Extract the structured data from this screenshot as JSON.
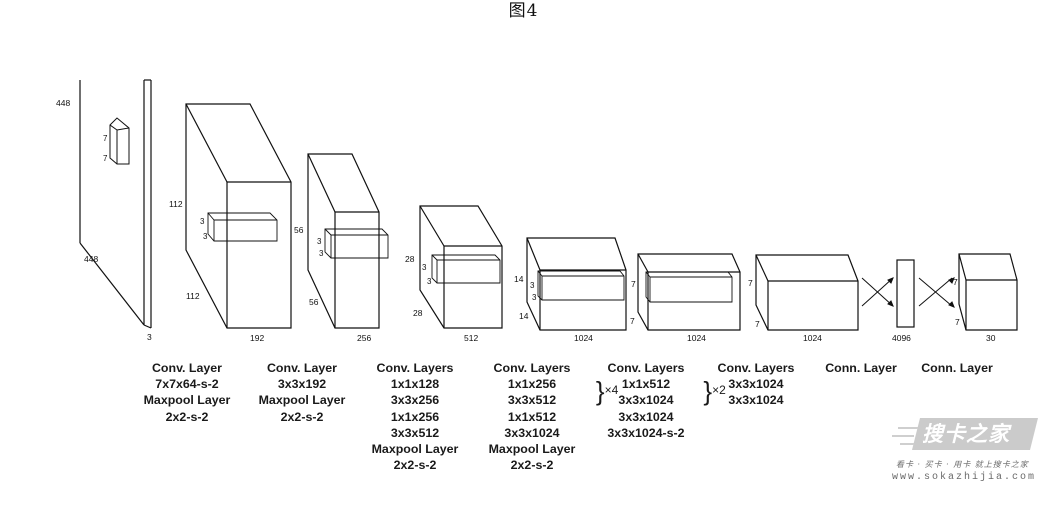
{
  "figure": {
    "title": "图4"
  },
  "diagram": {
    "input": {
      "height": "448",
      "width": "448",
      "channels": "3",
      "kernel_h": "7",
      "kernel_w": "7"
    },
    "block1": {
      "height": "112",
      "width": "112",
      "channels": "192",
      "kernel_h": "3",
      "kernel_w": "3"
    },
    "block2": {
      "height": "56",
      "width": "56",
      "channels": "256",
      "kernel_h": "3",
      "kernel_w": "3"
    },
    "block3": {
      "height": "28",
      "width": "28",
      "channels": "512",
      "kernel_h": "3",
      "kernel_w": "3"
    },
    "block4": {
      "height": "14",
      "width": "14",
      "channels": "1024",
      "kernel_h": "3",
      "kernel_w": "3"
    },
    "block5": {
      "height": "7",
      "width": "7",
      "channels": "1024"
    },
    "block6": {
      "height": "7",
      "width": "7",
      "channels": "1024"
    },
    "fc1": {
      "size": "4096"
    },
    "output": {
      "height": "7",
      "width": "7",
      "channels": "30"
    }
  },
  "layers": {
    "l1": [
      "Conv. Layer",
      "7x7x64-s-2",
      "Maxpool Layer",
      "2x2-s-2"
    ],
    "l2": [
      "Conv. Layer",
      "3x3x192",
      "Maxpool Layer",
      "2x2-s-2"
    ],
    "l3": [
      "Conv. Layers",
      "1x1x128",
      "3x3x256",
      "1x1x256",
      "3x3x512",
      "Maxpool Layer",
      "2x2-s-2"
    ],
    "l4": {
      "head": "Conv. Layers",
      "group": [
        "1x1x256",
        "3x3x512"
      ],
      "mult": "×4",
      "tail": [
        "1x1x512",
        "3x3x1024",
        "Maxpool Layer",
        "2x2-s-2"
      ]
    },
    "l5": {
      "head": "Conv. Layers",
      "group": [
        "1x1x512",
        "3x3x1024"
      ],
      "mult": "×2",
      "tail": [
        "3x3x1024",
        "3x3x1024-s-2"
      ]
    },
    "l6": [
      "Conv. Layers",
      "3x3x1024",
      "3x3x1024"
    ],
    "l7": [
      "Conn. Layer"
    ],
    "l8": [
      "Conn. Layer"
    ]
  },
  "watermark": {
    "logo": "搜卡之家",
    "tagline": "看卡 · 买卡 · 用卡 就上搜卡之家",
    "url": "www.sokazhijia.com"
  }
}
